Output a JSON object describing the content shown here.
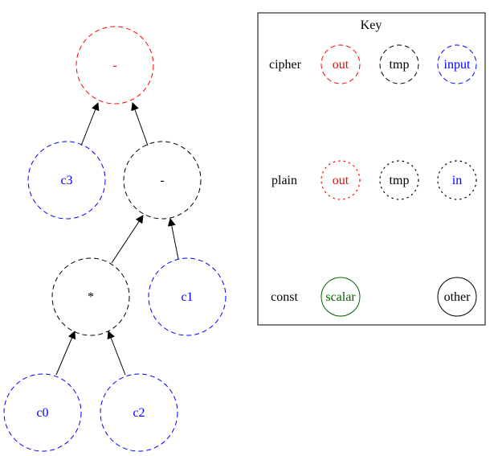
{
  "colors": {
    "out": "#ff0000",
    "tmp": "#000000",
    "input": "#0000ff",
    "scalar": "#006400",
    "other": "#000000"
  },
  "graph": {
    "nodes": {
      "sub_root": {
        "label": "-",
        "kind": "out"
      },
      "c3": {
        "label": "c3",
        "kind": "input"
      },
      "sub_inner": {
        "label": "-",
        "kind": "tmp"
      },
      "mul": {
        "label": "*",
        "kind": "tmp"
      },
      "c1": {
        "label": "c1",
        "kind": "input"
      },
      "c0": {
        "label": "c0",
        "kind": "input"
      },
      "c2": {
        "label": "c2",
        "kind": "input"
      }
    },
    "edges": [
      {
        "from": "c3",
        "to": "sub_root"
      },
      {
        "from": "sub_inner",
        "to": "sub_root"
      },
      {
        "from": "mul",
        "to": "sub_inner"
      },
      {
        "from": "c1",
        "to": "sub_inner"
      },
      {
        "from": "c0",
        "to": "mul"
      },
      {
        "from": "c2",
        "to": "mul"
      }
    ]
  },
  "key": {
    "title": "Key",
    "rows": [
      {
        "label": "cipher",
        "items": [
          "out",
          "tmp",
          "input"
        ]
      },
      {
        "label": "plain",
        "items": [
          "out",
          "tmp",
          "in"
        ]
      },
      {
        "label": "const",
        "items": [
          "scalar",
          "other"
        ]
      }
    ]
  }
}
